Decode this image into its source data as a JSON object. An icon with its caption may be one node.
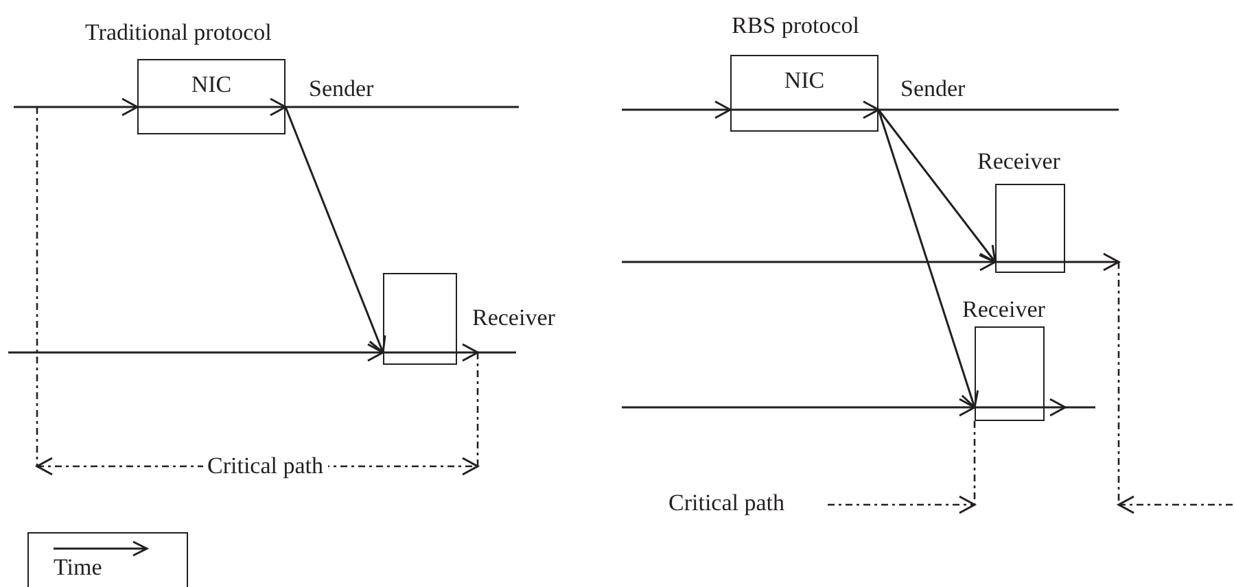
{
  "diagram": {
    "nodes": [
      {
        "text": [
          "NIC"
        ],
        "beside": [
          "Sender"
        ]
      },
      {
        "text": [],
        "shape": "box",
        "beside": [
          "Receiver"
        ]
      },
      {
        "text": [
          "NIC"
        ],
        "beside": [
          "Sender"
        ]
      },
      {
        "text": [],
        "shape": "box",
        "beside": [
          "Receiver"
        ]
      },
      {
        "text": [],
        "shape": "box",
        "beside": [
          "Receiver"
        ]
      }
    ],
    "edges": [
      {
        "from": 0,
        "to": 1,
        "arrow": "to"
      },
      {
        "from": 2,
        "to": 3,
        "arrow": "to"
      },
      {
        "from": 2,
        "to": 4,
        "arrow": "to"
      }
    ],
    "labels": [
      "Traditional protocol",
      "Critical path",
      "RBS protocol",
      "Critical path"
    ],
    "legend": [
      {
        "text": "Time"
      }
    ]
  }
}
